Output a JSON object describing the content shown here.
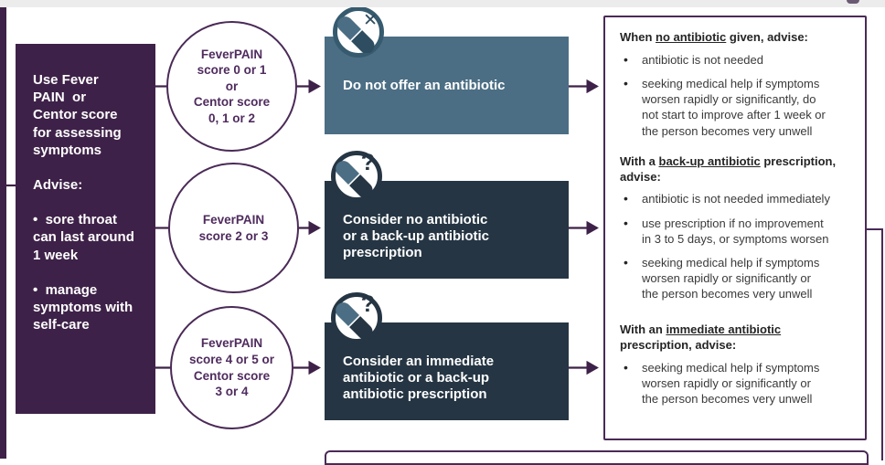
{
  "colors": {
    "purple": "#3e2148",
    "purpleLine": "#4a2a57",
    "steel": "#4b6e84",
    "navy": "#253543",
    "text": "#3a3a3a",
    "strip": "#ececec"
  },
  "left_panel": {
    "intro": "Use Fever\nPAIN  or\nCentor score\nfor assessing\nsymptoms",
    "advise": "Advise:",
    "bullet1": "•  sore throat\ncan last around\n1 week",
    "bullet2": "•  manage\nsymptoms with\nself-care"
  },
  "ellipses": {
    "e1": {
      "top": "FeverPAIN\nscore 0 or 1",
      "or": "or",
      "bottom": "Centor score\n0, 1 or 2"
    },
    "e2": {
      "text": "FeverPAIN\nscore 2 or 3"
    },
    "e3": {
      "text": "FeverPAIN\nscore 4 or 5 or\nCentor score\n3 or 4"
    }
  },
  "actions": {
    "a1": {
      "label": "Do not offer an antibiotic",
      "icon_glyph": "✕"
    },
    "a2": {
      "label": "Consider no antibiotic\nor a back-up antibiotic\nprescription",
      "icon_glyph": "?"
    },
    "a3": {
      "label": "Consider an immediate\nantibiotic or a back-up\nantibiotic prescription",
      "icon_glyph": "?"
    }
  },
  "advice": {
    "s1": {
      "title_pre": "When ",
      "title_u": "no antibiotic",
      "title_post": " given, advise:",
      "bullets": {
        "b1": "antibiotic is not needed",
        "b2": "seeking medical help if symptoms\nworsen rapidly or significantly, do\nnot start to improve after 1 week or\nthe person becomes very unwell"
      }
    },
    "s2": {
      "title_pre": "With a ",
      "title_u": "back-up antibiotic",
      "title_post": " prescription,\nadvise:",
      "bullets": {
        "b1": "antibiotic is not needed immediately",
        "b2": "use prescription if no improvement\nin 3 to 5 days, or symptoms worsen",
        "b3": "seeking medical help if symptoms\nworsen rapidly or significantly or\nthe person becomes very unwell"
      }
    },
    "s3": {
      "title_pre": "With an ",
      "title_u": "immediate antibiotic",
      "title_post": "\nprescription, advise:",
      "bullets": {
        "b1": "seeking medical help if symptoms\nworsen rapidly or significantly or\nthe person becomes very unwell"
      }
    }
  }
}
